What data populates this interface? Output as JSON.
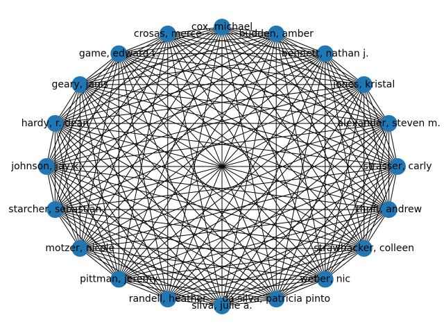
{
  "graph": {
    "type": "complete-graph-circular",
    "node_color": "#1f77b4",
    "edge_color": "#000000",
    "background": "#ffffff",
    "nodes": [
      "cox, michael",
      "budden, amber",
      "bennett, nathan j.",
      "jones, kristal",
      "alexander, steven m.",
      "strasser, carly",
      "thrift, andrew",
      "strawhacker, colleen",
      "weber, nic",
      "da silva, patricia pinto",
      "silva, julie a.",
      "randell, heather",
      "pittman, jeremy",
      "motzer, nicole",
      "starcher, sebastian",
      "johnson, jay k.",
      "hardy, r. dean",
      "geary, janis",
      "game, edward t.",
      "crosas, merce"
    ]
  }
}
